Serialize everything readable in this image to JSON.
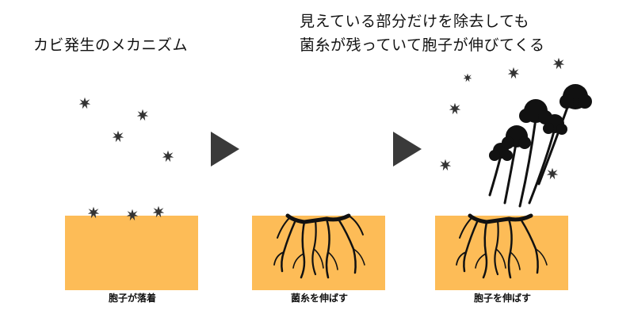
{
  "titles": {
    "left": "カビ発生のメカニズム",
    "right_line1": "見えている部分だけを除去しても",
    "right_line2": "菌糸が残っていて胞子が伸びてくる"
  },
  "captions": {
    "step1": "胞子が落着",
    "step2": "菌糸を伸ばす",
    "step3": "胞子を伸ばす"
  },
  "colors": {
    "substrate": "#FDBC57",
    "arrow": "#3A3A3A",
    "ink": "#111111"
  }
}
